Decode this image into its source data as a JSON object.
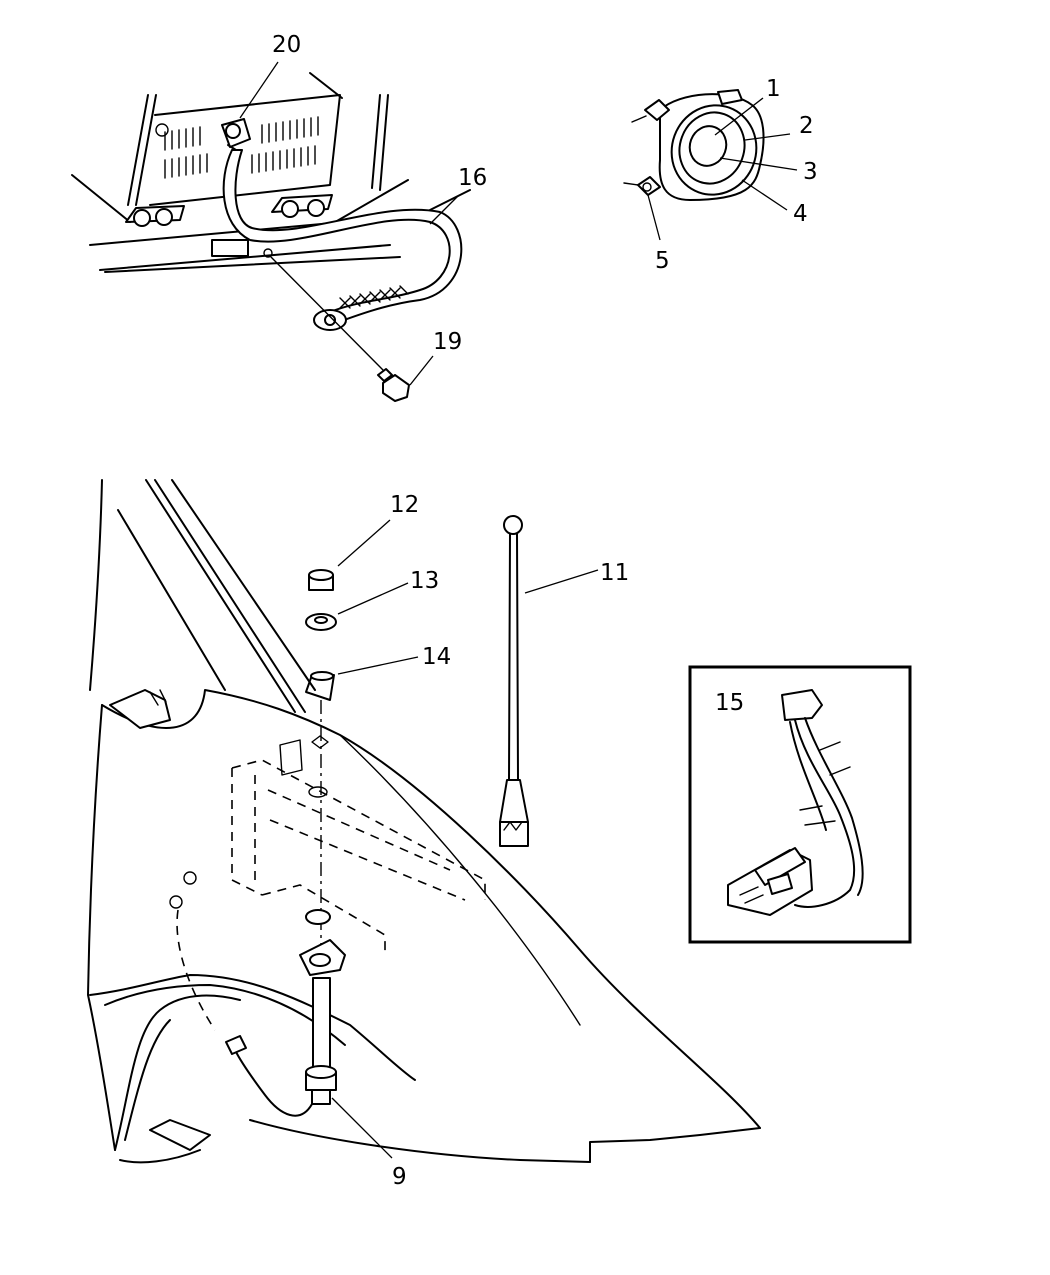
{
  "callouts": {
    "c1": "1",
    "c2": "2",
    "c3": "3",
    "c4": "4",
    "c5": "5",
    "c9": "9",
    "c11": "11",
    "c12": "12",
    "c13": "13",
    "c14": "14",
    "c15": "15",
    "c16": "16",
    "c19": "19",
    "c20": "20"
  }
}
